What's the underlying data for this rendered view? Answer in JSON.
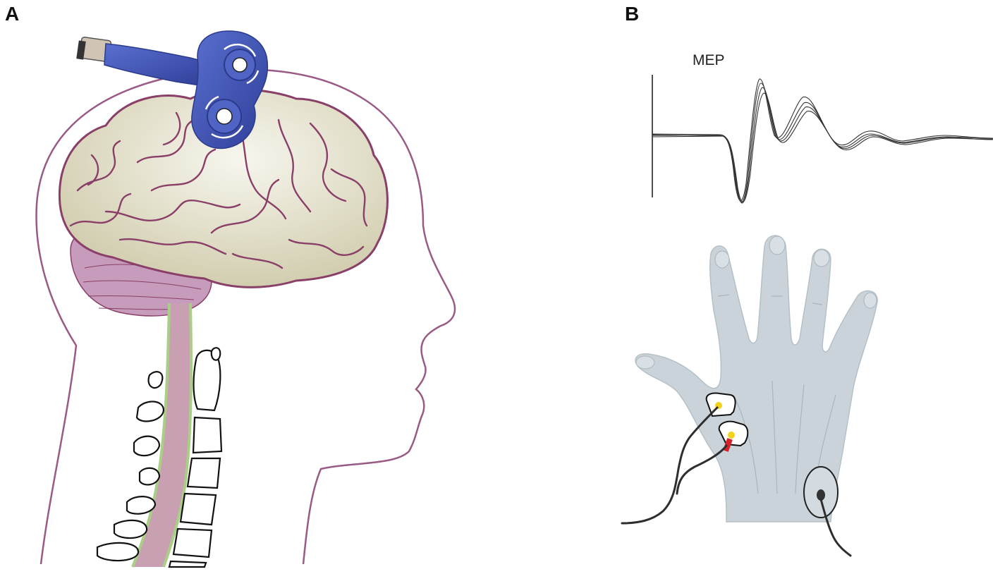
{
  "panels": {
    "a": {
      "label": "A"
    },
    "b": {
      "label": "B",
      "trace_label": "MEP"
    }
  },
  "colors": {
    "head_outline": "#9a5a86",
    "brain_fill": "#d9d5bd",
    "brain_lines": "#8a3f68",
    "cerebellum": "#c79bbb",
    "spinal_cord": "#c9a0b2",
    "spinal_green": "#a9cf86",
    "coil_blue": "#3f54b4",
    "hand": "#c9d3d9",
    "electrode_yellow": "#f2d21c",
    "electrode_red": "#d8202a",
    "wire": "#2e2e2e"
  },
  "icons": [
    "tms-coil-icon",
    "brain-icon",
    "hand-icon",
    "electrode-icon"
  ]
}
